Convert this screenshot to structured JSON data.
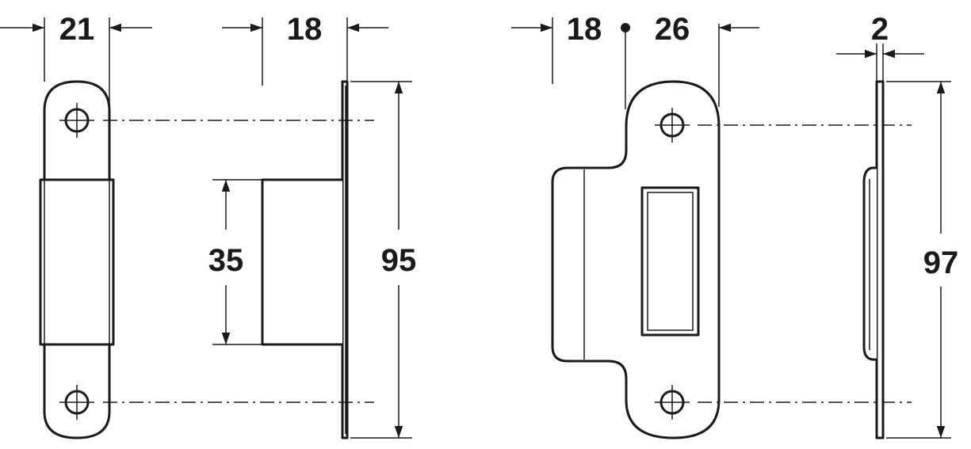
{
  "diagram": {
    "dimensions": {
      "width_a": "21",
      "depth_a": "18",
      "inset_b": "18",
      "width_b": "26",
      "thickness_b": "2",
      "height_a": "35",
      "length_a": "95",
      "length_b": "97"
    },
    "colors": {
      "line": "#1a1a1a",
      "background": "#ffffff"
    }
  }
}
